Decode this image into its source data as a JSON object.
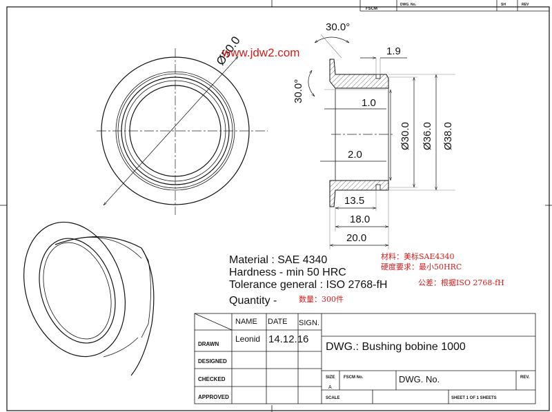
{
  "watermark": "www.jdw2.com",
  "front_view": {
    "dim_outer_dia": "Ø50.0"
  },
  "section_view": {
    "dims": {
      "chamfer_top": "30.0°",
      "chamfer_left": "30.0°",
      "groove_width": "1.9",
      "wall_1": "1.0",
      "wall_2": "2.0",
      "dia_30": "Ø30.0",
      "dia_36": "Ø36.0",
      "dia_38": "Ø38.0",
      "len_13_5": "13.5",
      "len_18": "18.0",
      "len_20": "20.0"
    }
  },
  "notes": {
    "material": "Material : SAE 4340",
    "hardness": "Hardness - min 50 HRC",
    "tolerance": "Tolerance general : ISO 2768-fH",
    "quantity": "Quantity -",
    "material_cn": "材料：美标SAE4340",
    "hardness_cn": "硬度要求：最小50HRC",
    "tolerance_cn": "公差：根据ISO 2768-fH",
    "quantity_cn": "数量：300件"
  },
  "top_strip": {
    "fscm": "FSCM",
    "dwg_no": "DWG. No.",
    "sh": "SH",
    "rev": "REV"
  },
  "title_block": {
    "headers": {
      "name": "NAME",
      "date": "DATE",
      "sign": "SIGN."
    },
    "rows": {
      "drawn": "DRAWN",
      "designed": "DESIGNED",
      "checked": "CHECKED",
      "approved": "APPROVED"
    },
    "drawn_name": "Leonid",
    "drawn_date": "14.12.16",
    "dwg_title": "DWG.: Bushing bobine 1000",
    "size_label": "SIZE",
    "size_value": "A",
    "fscm_no": "FSCM No.",
    "dwg_no_label": "DWG. No.",
    "rev_label": "REV.",
    "scale_label": "SCALE",
    "sheet": "SHEET 1 OF 1 SHEETS"
  }
}
